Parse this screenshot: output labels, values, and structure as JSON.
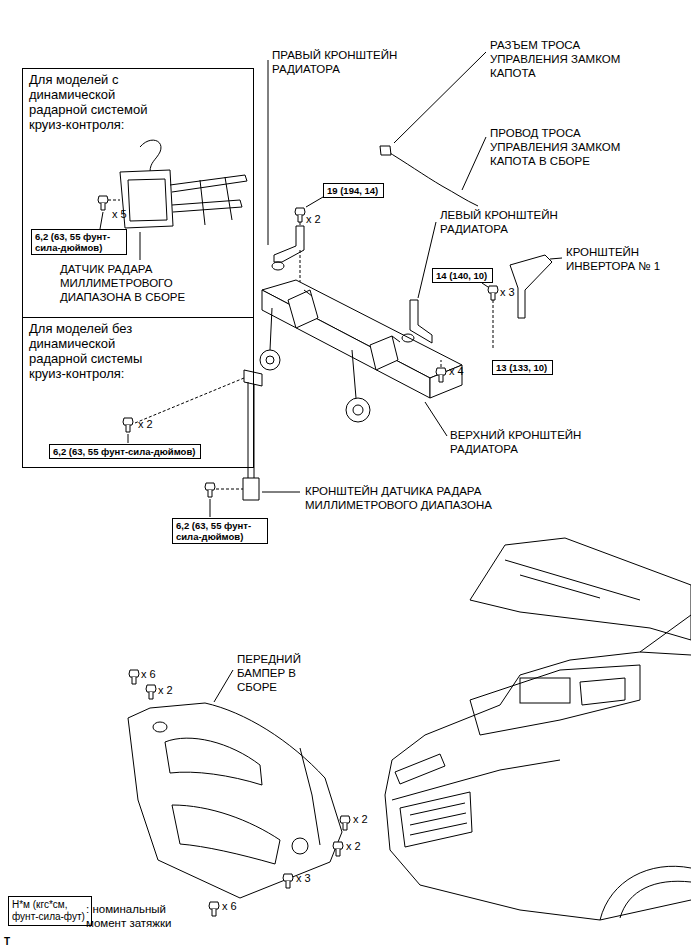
{
  "diagram": {
    "nodes": [
      {
        "text": [
          "Для моделей с динамической радарной системой круиз-контроля:"
        ]
      },
      {
        "text": [
          "6,2 (63, 55 фунт-сила-дюймов)"
        ],
        "in": 0
      },
      {
        "text": [
          "19 (194, 14)"
        ]
      },
      {
        "text": [
          "Для моделей без динамической радарной системы круиз-контроля:"
        ]
      },
      {
        "text": [
          "6,2 (63, 55 фунт-сила-дюймов)"
        ],
        "in": 3
      },
      {
        "text": [
          "14 (140, 10)"
        ]
      },
      {
        "text": [
          "13 (133, 10)"
        ]
      },
      {
        "text": [
          "6,2 (63, 55 фунт-сила-дюймов)"
        ]
      },
      {
        "text": [
          "Н*м (кгс*см, фунт-сила-фут)"
        ]
      }
    ],
    "labels": [
      "ПРАВЫЙ КРОНШТЕЙН РАДИАТОРА",
      "РАЗЪЕМ ТРОСА УПРАВЛЕНИЯ ЗАМКОМ КАПОТА",
      "ПРОВОД ТРОСА УПРАВЛЕНИЯ ЗАМКОМ КАПОТА В СБОРЕ",
      "ЛЕВЫЙ КРОНШТЕЙН РАДИАТОРА",
      "КРОНШТЕЙН ИНВЕРТОРА № 1",
      "ДАТЧИК РАДАРА МИЛЛИМЕТРОВОГО ДИАПАЗОНА В СБОРЕ",
      "ВЕРХНИЙ КРОНШТЕЙН РАДИАТОРА",
      "КРОНШТЕЙН ДАТЧИКА РАДАРА МИЛЛИМЕТРОВОГО ДИАПАЗОНА",
      "ПЕРЕДНИЙ БАМПЕР В СБОРЕ",
      "x 5",
      "x 2",
      "x 3",
      "x 4",
      "x 2",
      "x 6",
      "x 2",
      "x 2",
      "x 2",
      "x 3",
      "x 6",
      ": номинальный момент затяжки",
      "T"
    ]
  }
}
